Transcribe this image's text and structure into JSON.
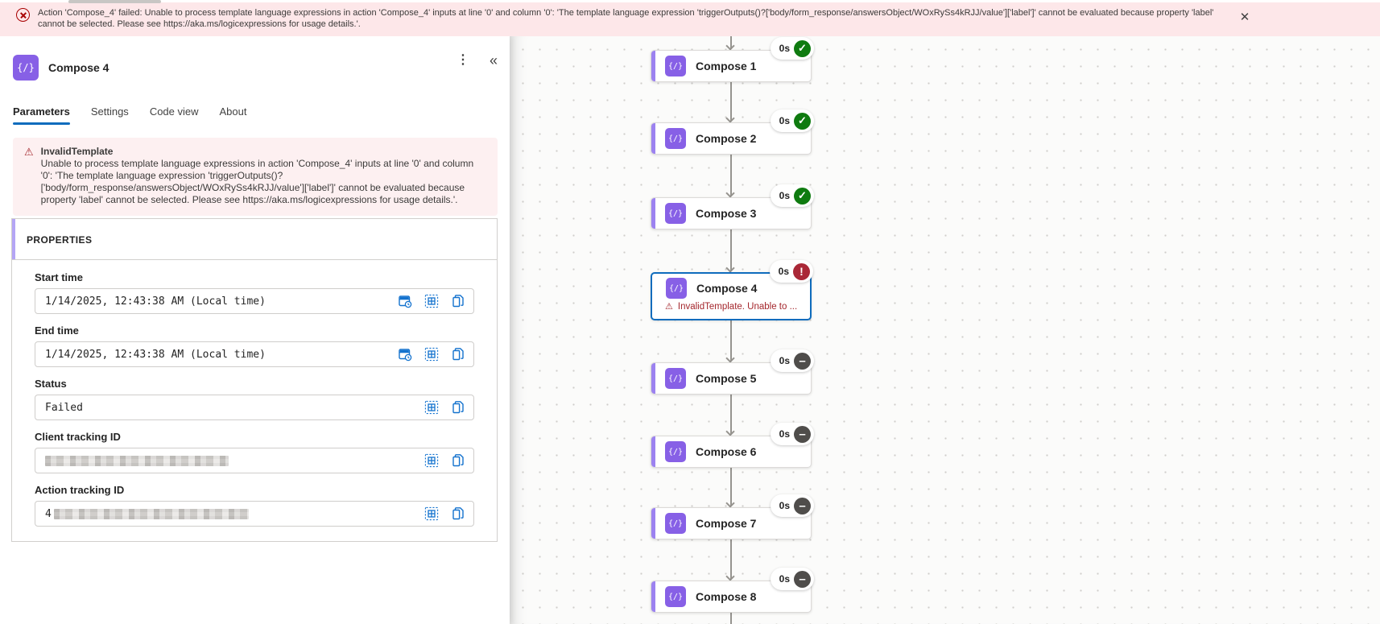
{
  "glyphs": {
    "close": "✕",
    "more": "⋮",
    "collapse": "«",
    "warning": "⚠",
    "compose": "{/}"
  },
  "banner": {
    "message": "Action 'Compose_4' failed: Unable to process template language expressions in action 'Compose_4' inputs at line '0' and column '0': 'The template language expression 'triggerOutputs()?['body/form_response/answersObject/WOxRySs4kRJJ/value']['label']' cannot be evaluated because property 'label' cannot be selected. Please see https://aka.ms/logicexpressions for usage details.'.",
    "colors": {
      "background": "#fde7e9",
      "icon": "#a80000",
      "text": "#3b3a39"
    }
  },
  "panel": {
    "title": "Compose 4",
    "tabs": [
      {
        "label": "Parameters",
        "active": true
      },
      {
        "label": "Settings",
        "active": false
      },
      {
        "label": "Code view",
        "active": false
      },
      {
        "label": "About",
        "active": false
      }
    ],
    "alert": {
      "title": "InvalidTemplate",
      "body": "Unable to process template language expressions in action 'Compose_4' inputs at line '0' and column '0': 'The template language expression 'triggerOutputs()?['body/form_response/answersObject/WOxRySs4kRJJ/value']['label']' cannot be evaluated because property 'label' cannot be selected. Please see https://aka.ms/logicexpressions for usage details.'."
    },
    "section_title": "PROPERTIES",
    "fields": {
      "start_time": {
        "label": "Start time",
        "value": "1/14/2025, 12:43:38 AM (Local time)"
      },
      "end_time": {
        "label": "End time",
        "value": "1/14/2025, 12:43:38 AM (Local time)"
      },
      "status": {
        "label": "Status",
        "value": "Failed"
      },
      "client_tracking_id": {
        "label": "Client tracking ID",
        "value": "",
        "value_redacted": true
      },
      "action_tracking_id": {
        "label": "Action tracking ID",
        "value": "4",
        "value_redacted": true
      }
    }
  },
  "canvas": {
    "nodes": [
      {
        "label": "Compose 1",
        "duration": "0s",
        "status": "success",
        "glyph": "✓"
      },
      {
        "label": "Compose 2",
        "duration": "0s",
        "status": "success",
        "glyph": "✓"
      },
      {
        "label": "Compose 3",
        "duration": "0s",
        "status": "success",
        "glyph": "✓"
      },
      {
        "label": "Compose 4",
        "duration": "0s",
        "status": "failed",
        "glyph": "!",
        "selected": true,
        "error_text": "InvalidTemplate. Unable to ..."
      },
      {
        "label": "Compose 5",
        "duration": "0s",
        "status": "skipped",
        "glyph": "–"
      },
      {
        "label": "Compose 6",
        "duration": "0s",
        "status": "skipped",
        "glyph": "–"
      },
      {
        "label": "Compose 7",
        "duration": "0s",
        "status": "skipped",
        "glyph": "–"
      },
      {
        "label": "Compose 8",
        "duration": "0s",
        "status": "skipped",
        "glyph": "–"
      }
    ],
    "status_colors": {
      "success": "#0f7b10",
      "failed": "#aa2837",
      "skipped": "#4f4d4b"
    },
    "accent_color": "#8760e6",
    "selection_color": "#0f6cbd"
  }
}
